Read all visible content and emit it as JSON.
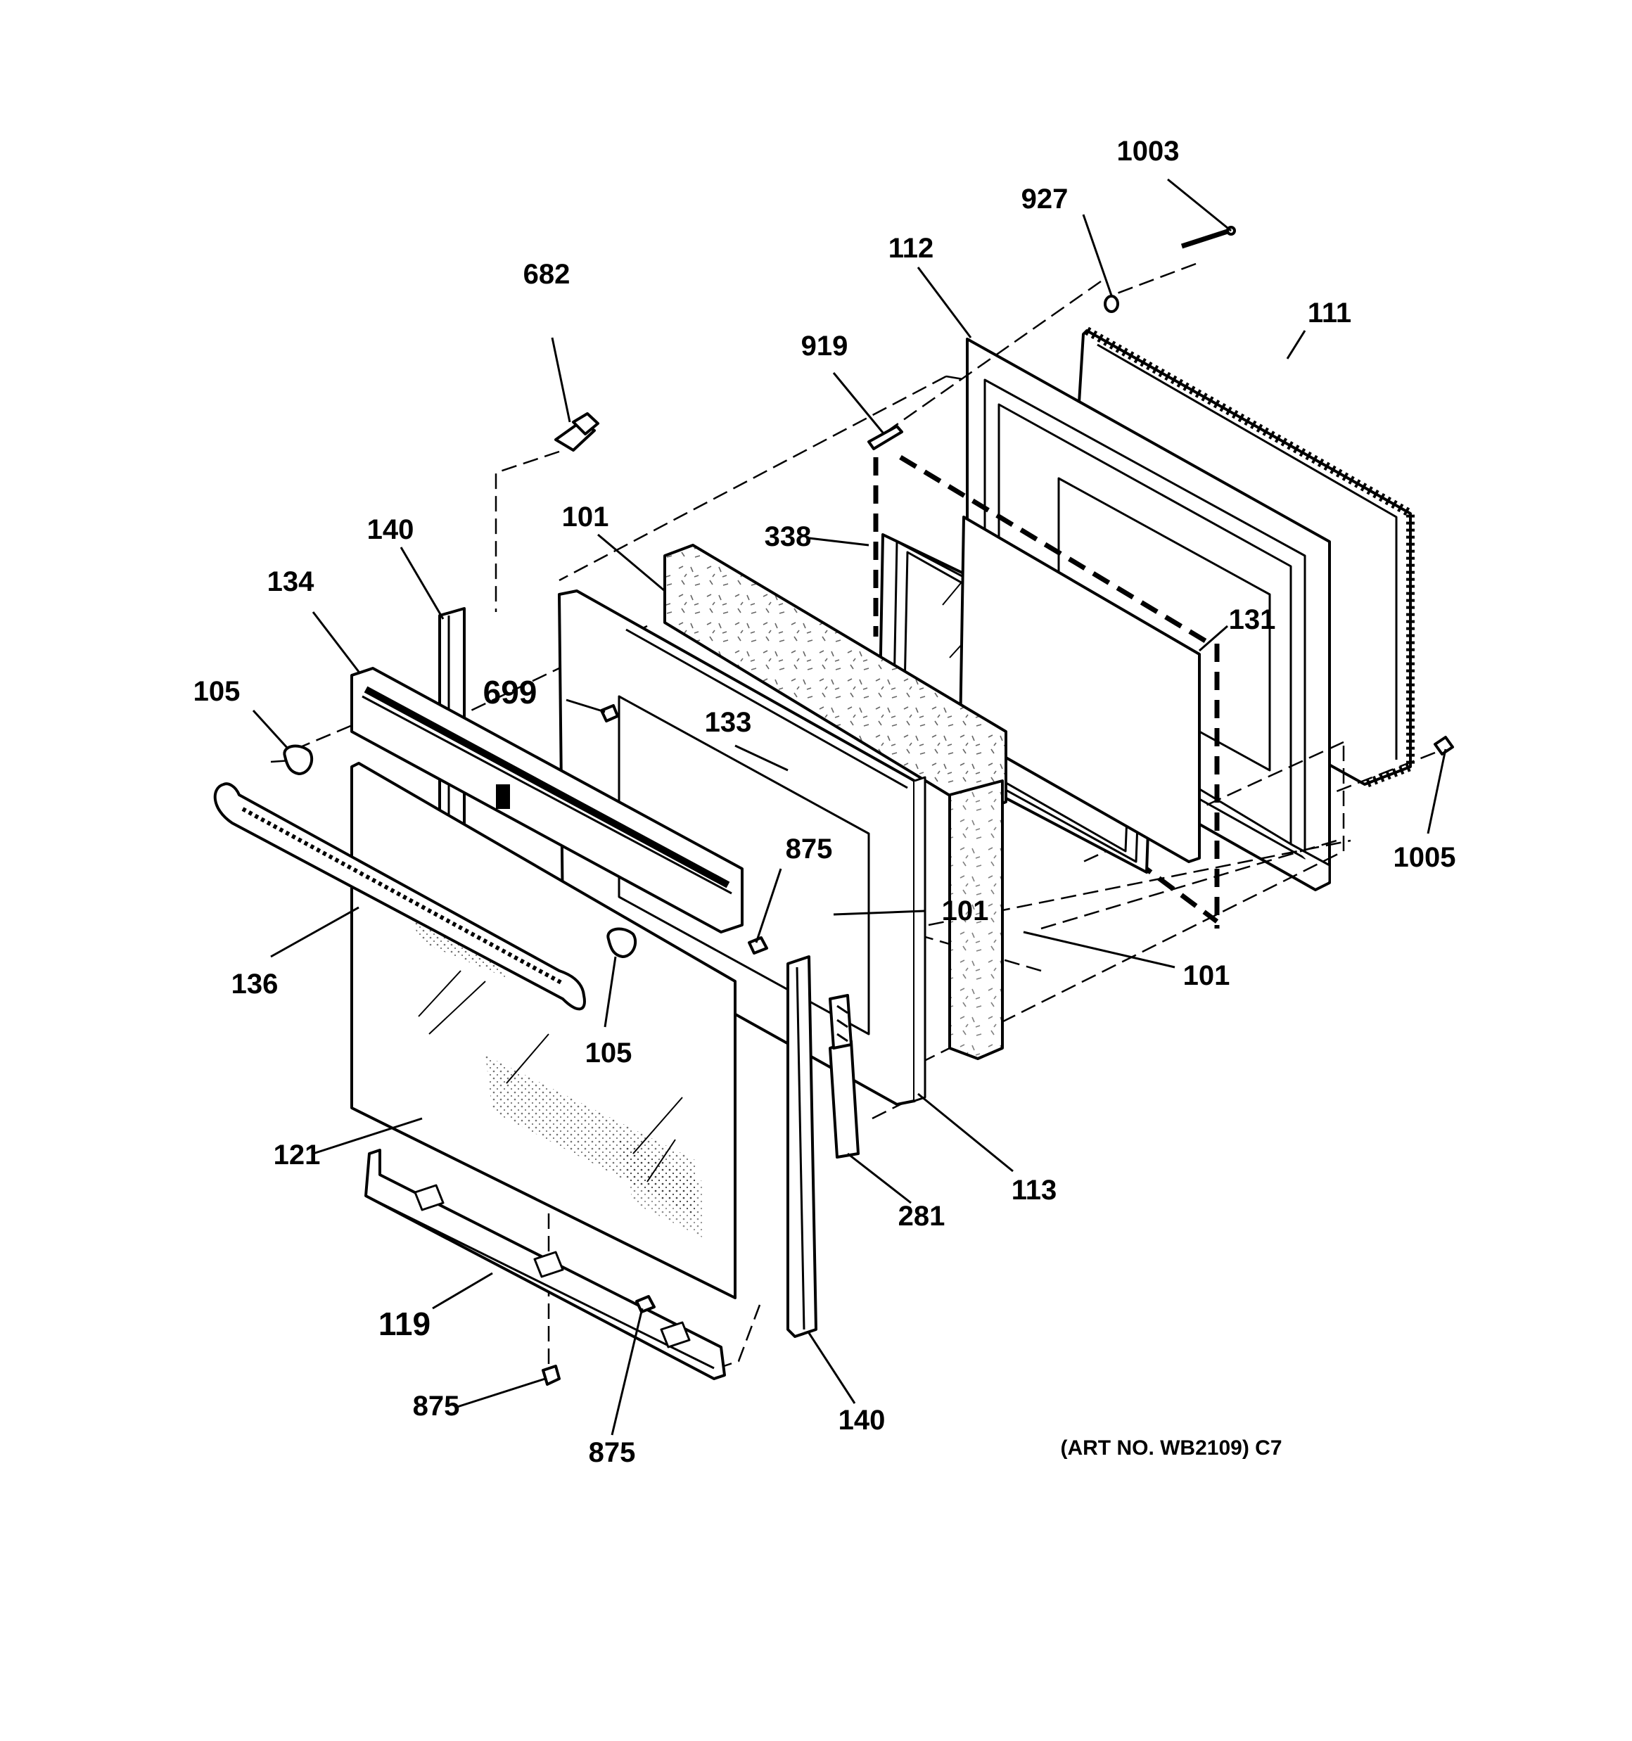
{
  "diagram": {
    "art_number": "(ART NO. WB2109) C7",
    "callouts": {
      "c1003": "1003",
      "c927": "927",
      "c112": "112",
      "c111": "111",
      "c682": "682",
      "c919": "919",
      "c101_top": "101",
      "c338": "338",
      "c140_top": "140",
      "c134": "134",
      "c131": "131",
      "c105_left": "105",
      "c699": "699",
      "c133": "133",
      "c1005": "1005",
      "c875_mid": "875",
      "c101_mid": "101",
      "c101_right": "101",
      "c136": "136",
      "c105_bottom": "105",
      "c121": "121",
      "c113": "113",
      "c281": "281",
      "c119": "119",
      "c875_left": "875",
      "c875_bottom": "875",
      "c140_bottom": "140"
    }
  }
}
